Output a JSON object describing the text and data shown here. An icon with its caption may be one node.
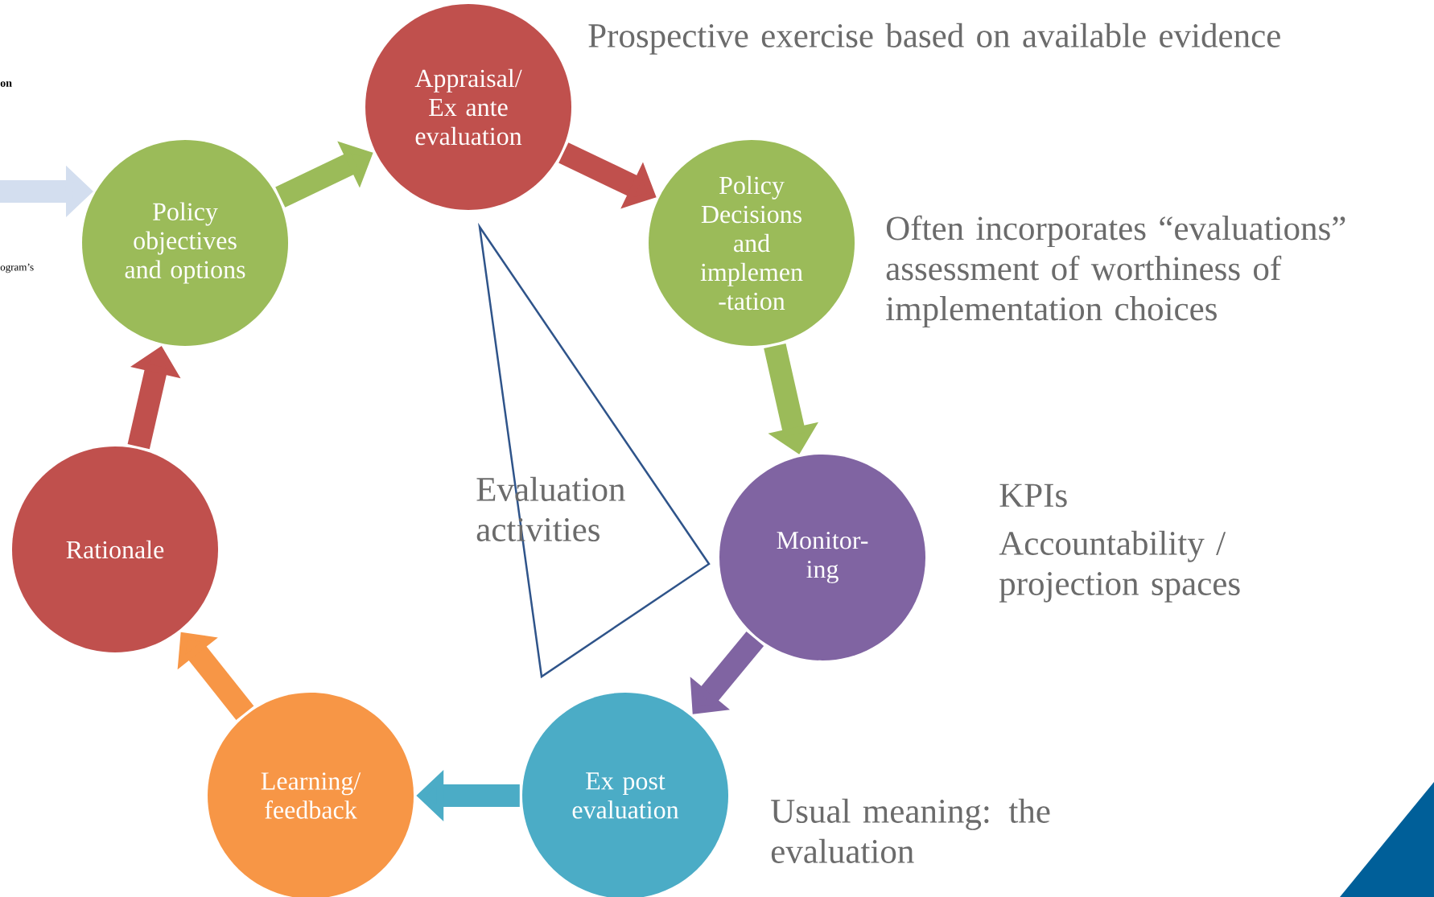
{
  "diagram": {
    "nodes": [
      {
        "text": [
          "Appraisal/ Ex ante evaluation"
        ]
      },
      {
        "text": [
          "Policy Decisions and implemen -tation"
        ]
      },
      {
        "text": [
          "Monitor- ing"
        ]
      },
      {
        "text": [
          "Ex post evaluation"
        ]
      },
      {
        "text": [
          "Learning/ feedback"
        ]
      },
      {
        "text": [
          "Rationale"
        ]
      },
      {
        "text": [
          "Policy objectives and options"
        ]
      }
    ],
    "edges": [
      {
        "from": 6,
        "to": 0,
        "arrow": "to",
        "color": "#9bbb59"
      },
      {
        "from": 0,
        "to": 1,
        "arrow": "to",
        "color": "#c0504d"
      },
      {
        "from": 1,
        "to": 2,
        "arrow": "to",
        "color": "#9bbb59"
      },
      {
        "from": 2,
        "to": 3,
        "arrow": "to",
        "color": "#8064a2"
      },
      {
        "from": 3,
        "to": 4,
        "arrow": "to",
        "color": "#4bacc6"
      },
      {
        "from": 4,
        "to": 5,
        "arrow": "to",
        "color": "#f79646"
      },
      {
        "from": 5,
        "to": 6,
        "arrow": "to",
        "color": "#c0504d"
      },
      {
        "from": null,
        "to": 6,
        "arrow": "to",
        "color": "#d3deef"
      }
    ],
    "labels": [
      "Prospective exercise based on available evidence",
      "on",
      "Often incorporates “evaluations” assessment of worthiness of implementation choices",
      "ogram’s",
      "Evaluation activities",
      "KPIs",
      "Accountability / projection spaces",
      "Usual meaning: the evaluation"
    ]
  }
}
